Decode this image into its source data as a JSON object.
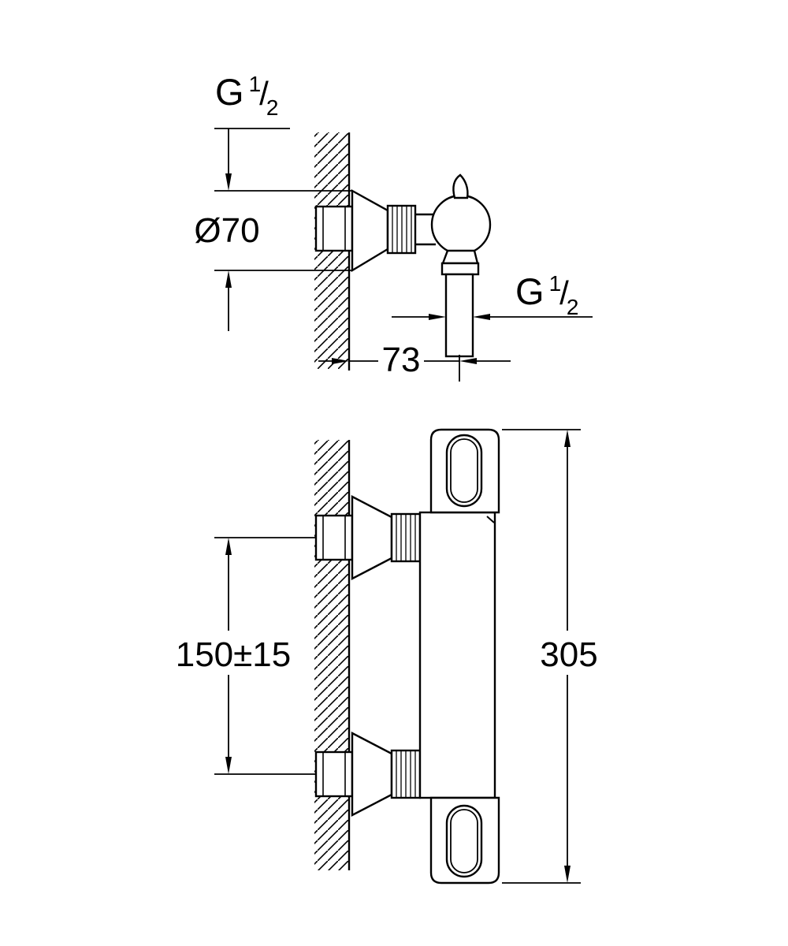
{
  "page": {
    "background_color": "#ffffff",
    "ink_color": "#000000",
    "drawing_type": "thermostatic shower mixer dimensional drawing"
  },
  "side_view": {
    "thread_inlet": {
      "letter": "G",
      "numerator": "1",
      "slash": "/",
      "denominator": "2"
    },
    "escutcheon_diameter": "Ø70",
    "wall_to_outlet_depth": "73",
    "thread_outlet": {
      "letter": "G",
      "numerator": "1",
      "slash": "/",
      "denominator": "2"
    }
  },
  "front_view": {
    "inlet_center_distance": "150±15",
    "overall_height": "305"
  }
}
